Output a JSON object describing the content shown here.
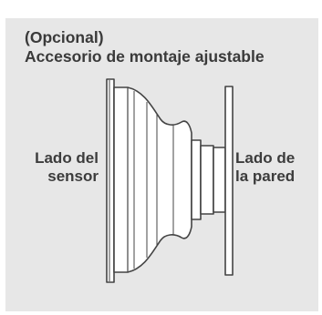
{
  "header": {
    "optional_label": "(Opcional)",
    "accessory_title": "Accesorio de montaje ajustable"
  },
  "labels": {
    "sensor_side_line1": "Lado del",
    "sensor_side_line2": "sensor",
    "wall_side_line1": "Lado de",
    "wall_side_line2": "la pared"
  },
  "colors": {
    "background_panel": "#e7e7e7",
    "outline": "#444444",
    "fill": "#ffffff",
    "text": "#3a3a3a"
  }
}
